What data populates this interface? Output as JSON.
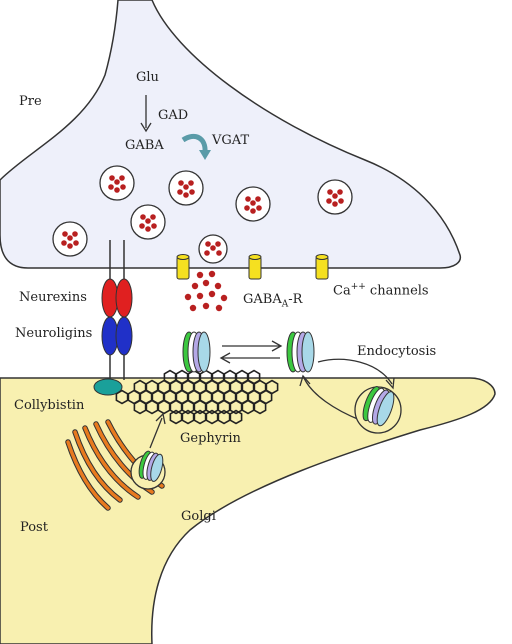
{
  "labels": {
    "pre": "Pre",
    "post": "Post",
    "glu": "Glu",
    "gad": "GAD",
    "gaba": "GABA",
    "vgat": "VGAT",
    "neurexins": "Neurexins",
    "neuroligins": "Neuroligins",
    "collybistin": "Collybistin",
    "gephyrin": "Gephyrin",
    "golgi": "Golgi",
    "endocytosis": "Endocytosis",
    "gaba_a_r_main": "GABA",
    "gaba_a_r_sub": "A",
    "gaba_a_r_tail": "-R",
    "ca_main": "Ca",
    "ca_sup": "++",
    "ca_tail": " channels"
  },
  "colors": {
    "membrane_fill": "#eef0fa",
    "post_fill": "#f8f0b0",
    "outline": "#333333",
    "neurexin": "#e02020",
    "neuroligin": "#2030c8",
    "collybistin": "#1aa09a",
    "golgi": "#e87a1e",
    "vesicle_dot": "#b82020",
    "ca_channel": "#f5e020",
    "receptor_green": "#3cc840",
    "receptor_lavender": "#b4a8e6",
    "receptor_cyan": "#a8d8e8"
  }
}
